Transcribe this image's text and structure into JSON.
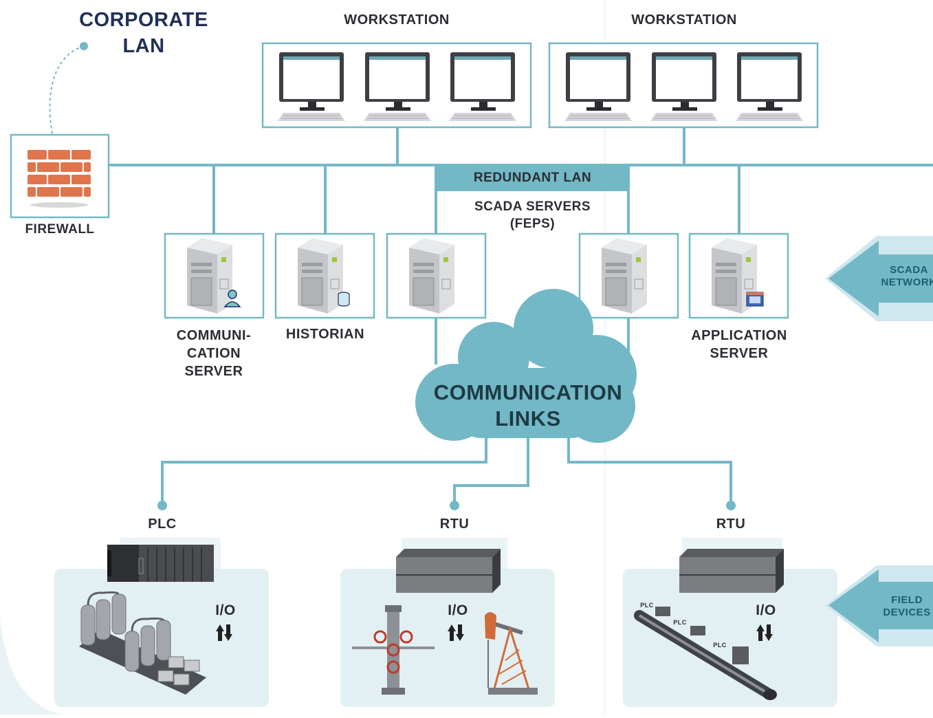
{
  "corporate_lan": {
    "line1": "CORPORATE",
    "line2": "LAN"
  },
  "workstation_left": "WORKSTATION",
  "workstation_right": "WORKSTATION",
  "firewall": "FIREWALL",
  "redundant_lan": "REDUNDANT LAN",
  "scada_servers": {
    "line1": "SCADA SERVERS",
    "line2": "(FEPS)"
  },
  "communication_server": {
    "line1": "COMMUNI-",
    "line2": "CATION",
    "line3": "SERVER"
  },
  "historian": "HISTORIAN",
  "application_server": {
    "line1": "APPLICATION",
    "line2": "SERVER"
  },
  "communication_links": {
    "line1": "COMMUNICATION",
    "line2": "LINKS"
  },
  "scada_network": {
    "line1": "SCADA",
    "line2": "NETWORK"
  },
  "field_devices": {
    "line1": "FIELD",
    "line2": "DEVICES"
  },
  "field_nodes": [
    {
      "label": "PLC",
      "io": "I/O"
    },
    {
      "label": "RTU",
      "io": "I/O"
    },
    {
      "label": "RTU",
      "io": "I/O"
    }
  ],
  "pipeline_plc_tags": [
    "PLC",
    "PLC",
    "PLC"
  ],
  "colors": {
    "accent": "#73b8c6",
    "navy": "#1f2f57",
    "panel": "#e3f0f3",
    "brick": "#e0754b"
  }
}
